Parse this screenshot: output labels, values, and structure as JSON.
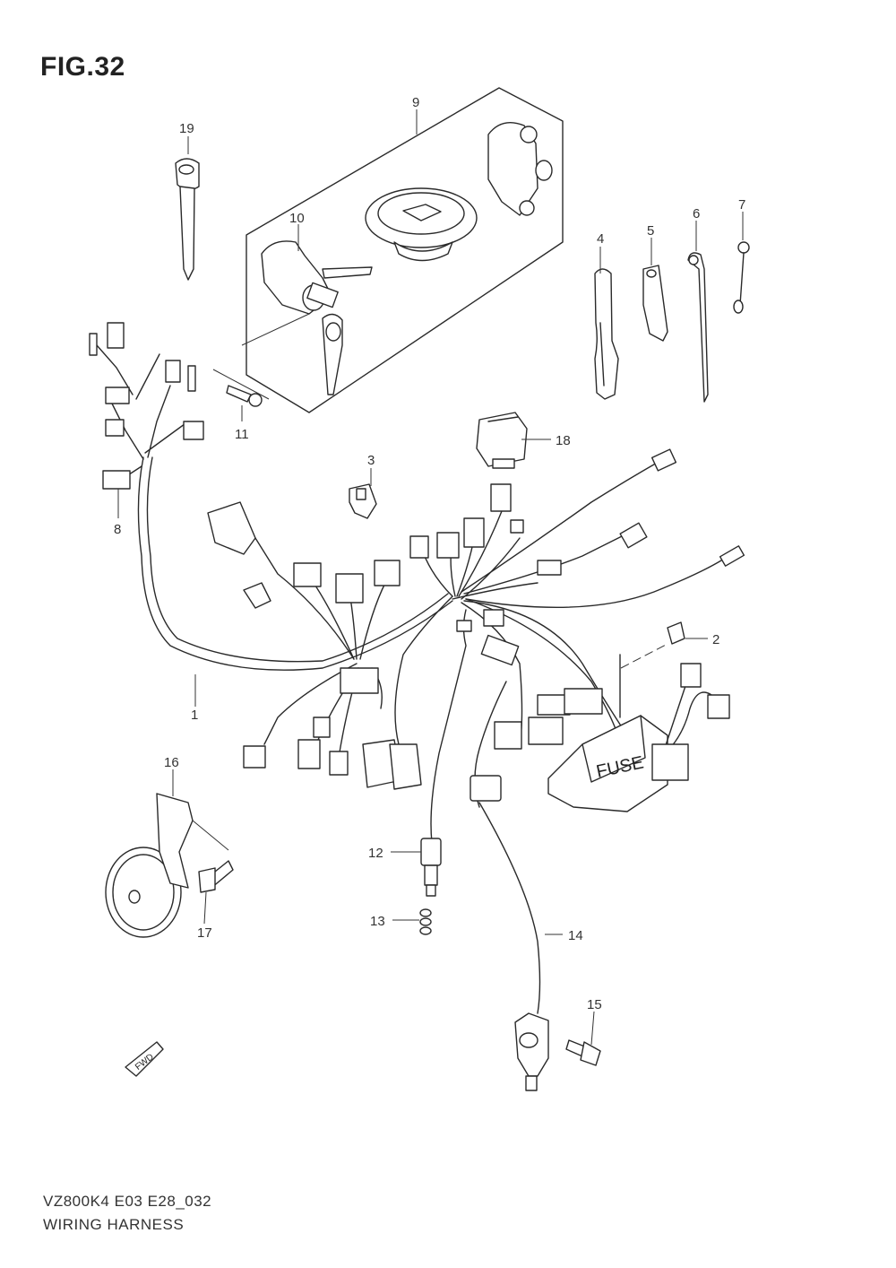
{
  "figure": {
    "title": "FIG.32"
  },
  "footer": {
    "code": "VZ800K4  E03  E28_032",
    "title": "WIRING HARNESS"
  },
  "callouts": [
    {
      "id": "c1",
      "label": "1"
    },
    {
      "id": "c2",
      "label": "2"
    },
    {
      "id": "c3",
      "label": "3"
    },
    {
      "id": "c4",
      "label": "4"
    },
    {
      "id": "c5",
      "label": "5"
    },
    {
      "id": "c6",
      "label": "6"
    },
    {
      "id": "c7",
      "label": "7"
    },
    {
      "id": "c8",
      "label": "8"
    },
    {
      "id": "c9",
      "label": "9"
    },
    {
      "id": "c10",
      "label": "10"
    },
    {
      "id": "c11",
      "label": "11"
    },
    {
      "id": "c12",
      "label": "12"
    },
    {
      "id": "c13",
      "label": "13"
    },
    {
      "id": "c14",
      "label": "14"
    },
    {
      "id": "c15",
      "label": "15"
    },
    {
      "id": "c16",
      "label": "16"
    },
    {
      "id": "c17",
      "label": "17"
    },
    {
      "id": "c18",
      "label": "18"
    },
    {
      "id": "c19",
      "label": "19"
    }
  ],
  "labels": {
    "fuse": "FUSE",
    "fwd": "FWD"
  }
}
